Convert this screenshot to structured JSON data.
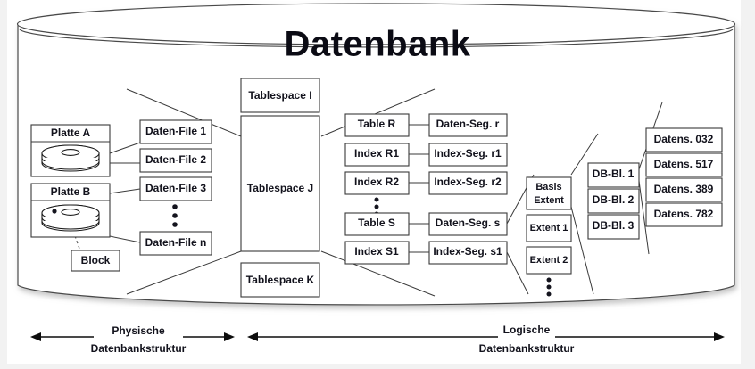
{
  "title": "Datenbank",
  "physical": {
    "disks": [
      {
        "label": "Platte A",
        "icon": "disk-stack-icon"
      },
      {
        "label": "Platte B",
        "icon": "disk-stack-icon"
      }
    ],
    "block_label": "Block",
    "data_files": [
      "Daten-File 1",
      "Daten-File 2",
      "Daten-File 3",
      "Daten-File n"
    ],
    "data_files_ellipsis": "vertical-ellipsis"
  },
  "tablespaces": [
    "Tablespace I",
    "Tablespace J",
    "Tablespace K"
  ],
  "logical": {
    "objects": [
      "Table R",
      "Index R1",
      "Index R2",
      "Table S",
      "Index S1"
    ],
    "objects_ellipsis": "vertical-ellipsis",
    "segments": [
      "Daten-Seg. r",
      "Index-Seg. r1",
      "Index-Seg. r2",
      "Daten-Seg. s",
      "Index-Seg. s1"
    ],
    "extents": [
      "Basis Extent",
      "Extent 1",
      "Extent 2"
    ],
    "extents_ellipsis": "vertical-ellipsis",
    "db_blocks": [
      "DB-Bl. 1",
      "DB-Bl. 2",
      "DB-Bl. 3"
    ],
    "records": [
      "Datens. 032",
      "Datens. 517",
      "Datens. 389",
      "Datens. 782"
    ]
  },
  "axes": [
    {
      "line1": "Physische",
      "line2": "Datenbankstruktur"
    },
    {
      "line1": "Logische",
      "line2": "Datenbankstruktur"
    }
  ],
  "colors": {
    "background": "#ffffff",
    "page": "#f2f2f2",
    "text": "#12121c",
    "stroke": "#3a3a3a",
    "cylinder_stroke": "#4a4a4a"
  }
}
